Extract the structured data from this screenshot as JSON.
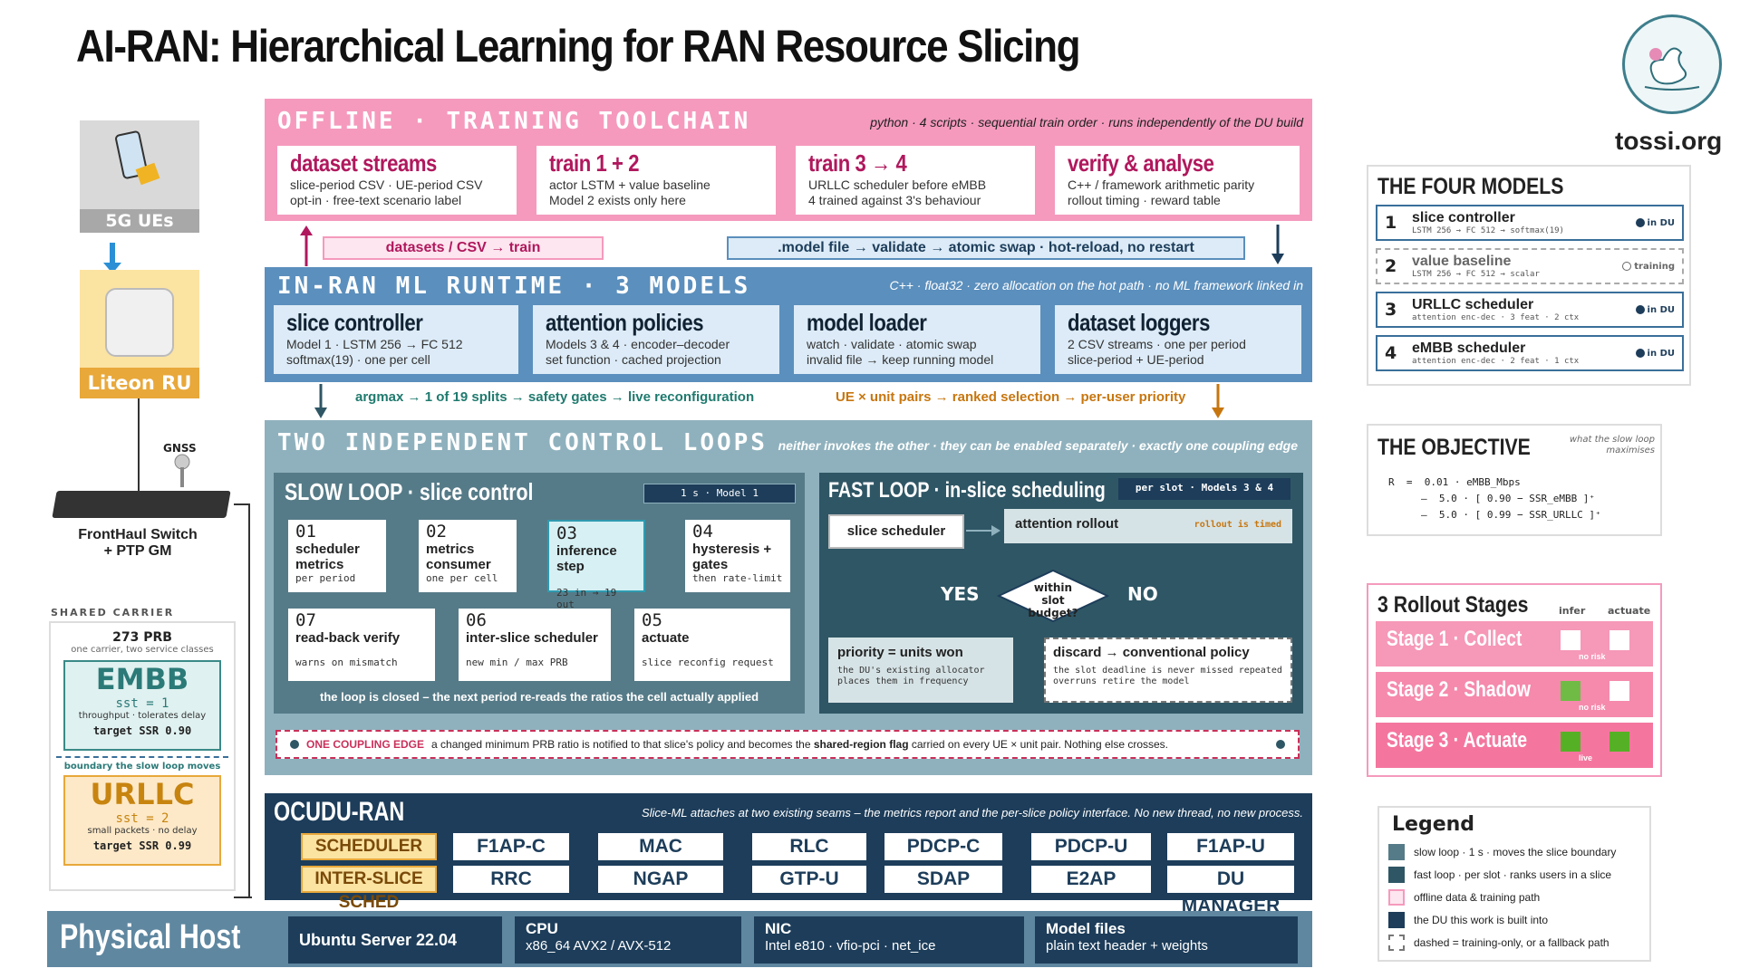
{
  "title": "AI-RAN: Hierarchical Learning for RAN Resource Slicing",
  "logo": {
    "text": "tossi.org"
  },
  "left": {
    "ues": "5G UEs",
    "ru": "Liteon RU",
    "gnss": "GNSS",
    "switch": "FrontHaul Switch\n+ PTP GM",
    "shared_label": "SHARED CARRIER",
    "prb": "273 PRB",
    "prb_sub": "one carrier, two service classes",
    "embb": {
      "name": "EMBB",
      "sst": "sst = 1",
      "desc": "throughput · tolerates delay",
      "target": "target SSR  0.90"
    },
    "boundary": "boundary the slow loop moves",
    "urllc": {
      "name": "URLLC",
      "sst": "sst = 2",
      "desc": "small packets · no delay",
      "target": "target SSR  0.99"
    }
  },
  "offline": {
    "title": "OFFLINE  ·  TRAINING TOOLCHAIN",
    "meta": "python  ·  4 scripts  ·  sequential train order  ·  runs independently of the DU build",
    "cards": [
      {
        "title": "dataset streams",
        "l1": "slice-period CSV · UE-period CSV",
        "l2": "opt-in · free-text scenario label"
      },
      {
        "title": "train  1 + 2",
        "l1": "actor LSTM + value baseline",
        "l2": "Model 2 exists only here"
      },
      {
        "title": "train  3 → 4",
        "l1": "URLLC scheduler before eMBB",
        "l2": "4 trained against 3's behaviour"
      },
      {
        "title": "verify  &  analyse",
        "l1": "C++ / framework arithmetic parity",
        "l2": "rollout timing · reward table"
      }
    ]
  },
  "flow1": {
    "left": "datasets / CSV  →  train",
    "right": ".model file  →  validate  →  atomic swap  ·  hot-reload, no restart"
  },
  "runtime": {
    "title": "IN-RAN ML RUNTIME  ·  3 MODELS",
    "meta": "C++  ·  float32  ·  zero allocation on the hot path  ·  no ML framework linked in",
    "cards": [
      {
        "title": "slice controller",
        "l1": "Model 1 · LSTM 256 → FC 512",
        "l2": "softmax(19) · one per cell"
      },
      {
        "title": "attention policies",
        "l1": "Models 3 & 4 · encoder–decoder",
        "l2": "set function · cached projection"
      },
      {
        "title": "model loader",
        "l1": "watch · validate · atomic swap",
        "l2": "invalid file → keep running model"
      },
      {
        "title": "dataset loggers",
        "l1": "2 CSV streams · one per period",
        "l2": "slice-period + UE-period"
      }
    ]
  },
  "flow2": {
    "left": "argmax  →  1 of 19 splits  →  safety gates  →  live reconfiguration",
    "right": "UE × unit pairs  →  ranked selection  →  per-user priority"
  },
  "loops": {
    "title": "TWO INDEPENDENT CONTROL LOOPS",
    "meta": "neither invokes the other  ·  they can be enabled separately  ·  exactly one coupling edge",
    "slow": {
      "title": "SLOW LOOP  ·  slice control",
      "tag": "1 s   ·   Model 1",
      "steps": [
        {
          "n": "01",
          "t": "scheduler metrics",
          "s": "per period"
        },
        {
          "n": "02",
          "t": "metrics consumer",
          "s": "one per cell"
        },
        {
          "n": "03",
          "t": "inference step",
          "s": "23 in → 19 out"
        },
        {
          "n": "04",
          "t": "hysteresis + gates",
          "s": "then rate-limit"
        },
        {
          "n": "07",
          "t": "read-back verify",
          "s": "warns on mismatch"
        },
        {
          "n": "06",
          "t": "inter-slice scheduler",
          "s": "new min / max PRB"
        },
        {
          "n": "05",
          "t": "actuate",
          "s": "slice reconfig request"
        }
      ],
      "footer": "the loop is closed – the next period re-reads the ratios the cell actually applied"
    },
    "fast": {
      "title": "FAST LOOP  ·  in-slice scheduling",
      "tag": "per slot · Models 3 & 4",
      "sched": "slice scheduler",
      "rollout": "attention rollout",
      "rollout_note": "rollout is timed",
      "decision": "within slot budget?",
      "yes": "YES",
      "no": "NO",
      "prio_t": "priority = units won",
      "prio_s": "the DU's existing allocator places them in frequency",
      "disc_t": "discard → conventional policy",
      "disc_s": "the slot deadline is never missed repeated overruns retire the model"
    },
    "coupling": {
      "label": "ONE COUPLING EDGE",
      "text1": "a changed minimum PRB ratio is notified to that slice's policy and becomes the ",
      "bold": "shared-region flag",
      "text2": " carried on every UE × unit pair.  Nothing else crosses."
    }
  },
  "ocudu": {
    "title": "OCUDU-RAN",
    "meta": "Slice-ML attaches at two existing seams – the metrics report and the per-slice policy interface. No new thread, no new process.",
    "row1": [
      "SCHEDULER",
      "F1AP-C",
      "MAC",
      "RLC",
      "PDCP-C",
      "PDCP-U",
      "F1AP-U"
    ],
    "row2": [
      "INTER-SLICE SCHED",
      "RRC",
      "NGAP",
      "GTP-U",
      "SDAP",
      "E2AP",
      "DU MANAGER"
    ]
  },
  "host": {
    "title": "Physical Host",
    "cards": [
      {
        "t": "Ubuntu Server 22.04",
        "s": ""
      },
      {
        "t": "CPU",
        "s": "x86_64  AVX2 / AVX-512"
      },
      {
        "t": "NIC",
        "s": "Intel e810 · vfio-pci · net_ice"
      },
      {
        "t": "Model files",
        "s": "plain text header + weights"
      }
    ]
  },
  "models": {
    "title": "THE FOUR MODELS",
    "items": [
      {
        "n": "1",
        "name": "slice controller",
        "sub": "LSTM 256 → FC 512 → softmax(19)",
        "badge": "in DU"
      },
      {
        "n": "2",
        "name": "value baseline",
        "sub": "LSTM 256 → FC 512 → scalar",
        "badge": "training"
      },
      {
        "n": "3",
        "name": "URLLC scheduler",
        "sub": "attention enc-dec · 3 feat · 2 ctx",
        "badge": "in DU"
      },
      {
        "n": "4",
        "name": "eMBB scheduler",
        "sub": "attention enc-dec · 2 feat · 1 ctx",
        "badge": "in DU"
      }
    ]
  },
  "objective": {
    "title": "THE OBJECTIVE",
    "note": "what the slow loop maximises",
    "l1": "R  =  0.01 · eMBB_Mbps",
    "l2": "–  5.0 · [ 0.90 − SSR_eMBB ]⁺",
    "l3": "–  5.0 · [ 0.99 − SSR_URLLC ]⁺"
  },
  "rollout": {
    "title": "3 Rollout Stages",
    "h_infer": "infer",
    "h_act": "actuate",
    "stages": [
      {
        "name": "Stage 1 · Collect",
        "note": "no risk",
        "infer": false,
        "act": false
      },
      {
        "name": "Stage 2 · Shadow",
        "note": "no risk",
        "infer": true,
        "act": false
      },
      {
        "name": "Stage 3 · Actuate",
        "note": "live",
        "infer": true,
        "act": true
      }
    ]
  },
  "legend": {
    "title": "Legend",
    "items": [
      {
        "t": "slow loop · 1 s · moves the slice boundary",
        "c": "#567b88"
      },
      {
        "t": "fast loop · per slot · ranks users in a slice",
        "c": "#2f5665"
      },
      {
        "t": "offline data & training path",
        "c": "#fde6ef"
      },
      {
        "t": "the DU this work is built into",
        "c": "#1d3d5a"
      },
      {
        "t": "dashed = training-only, or a fallback path",
        "c": "#ffffff"
      }
    ]
  },
  "colors": {
    "offline": "#f59abd",
    "runtime": "#5b8fbd",
    "loops": "#8fb1bd",
    "slow": "#567b88",
    "fast": "#2f5665",
    "ocudu": "#1d3d5a"
  }
}
